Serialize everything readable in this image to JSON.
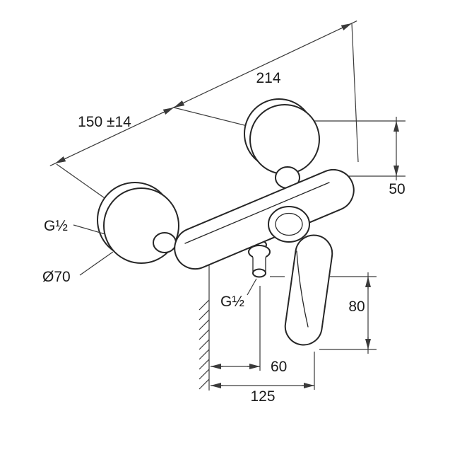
{
  "labels": {
    "overall_width": "214",
    "connection_centers": "150 ±14",
    "body_height": "50",
    "left_thread": "G½",
    "escutcheon_diameter": "Ø70",
    "bottom_outlet_thread": "G½",
    "outlet_to_handle": "80",
    "wall_to_outlet": "60",
    "wall_to_handle": "125"
  },
  "colors": {
    "line": "#262626",
    "thin": "#3a3a3a",
    "text": "#1a1a1a",
    "bg": "#ffffff"
  }
}
